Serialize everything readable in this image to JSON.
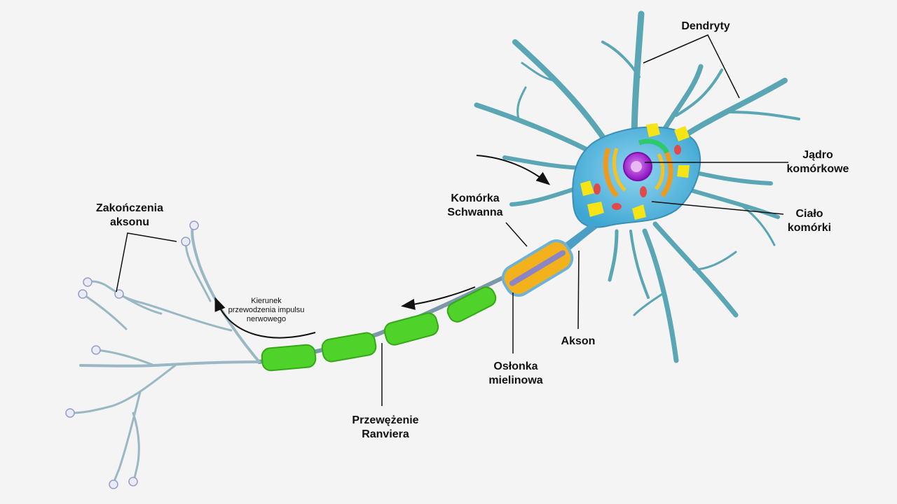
{
  "labels": {
    "dendrites": "Dendryty",
    "nucleus_line1": "Jądro",
    "nucleus_line2": "komórkowe",
    "cell_body_line1": "Ciało",
    "cell_body_line2": "komórki",
    "schwann_line1": "Komórka",
    "schwann_line2": "Schwanna",
    "axon": "Akson",
    "myelin_line1": "Osłonka",
    "myelin_line2": "mielinowa",
    "ranvier_line1": "Przewężenie",
    "ranvier_line2": "Ranviera",
    "terminals_line1": "Zakończenia",
    "terminals_line2": "aksonu",
    "direction_line1": "Kierunek",
    "direction_line2": "przewodzenia impulsu",
    "direction_line3": "nerwowego"
  },
  "colors": {
    "background": "#f4f4f4",
    "cell_body": "#58b8e0",
    "dendrite": "#5aa6b4",
    "nucleus": "#a61fd6",
    "myelin": "#4fd22a",
    "schwann": "#f3b21c",
    "organelle_yellow": "#f6e414",
    "organelle_orange": "#f09a1c",
    "leader_line": "#111111"
  }
}
